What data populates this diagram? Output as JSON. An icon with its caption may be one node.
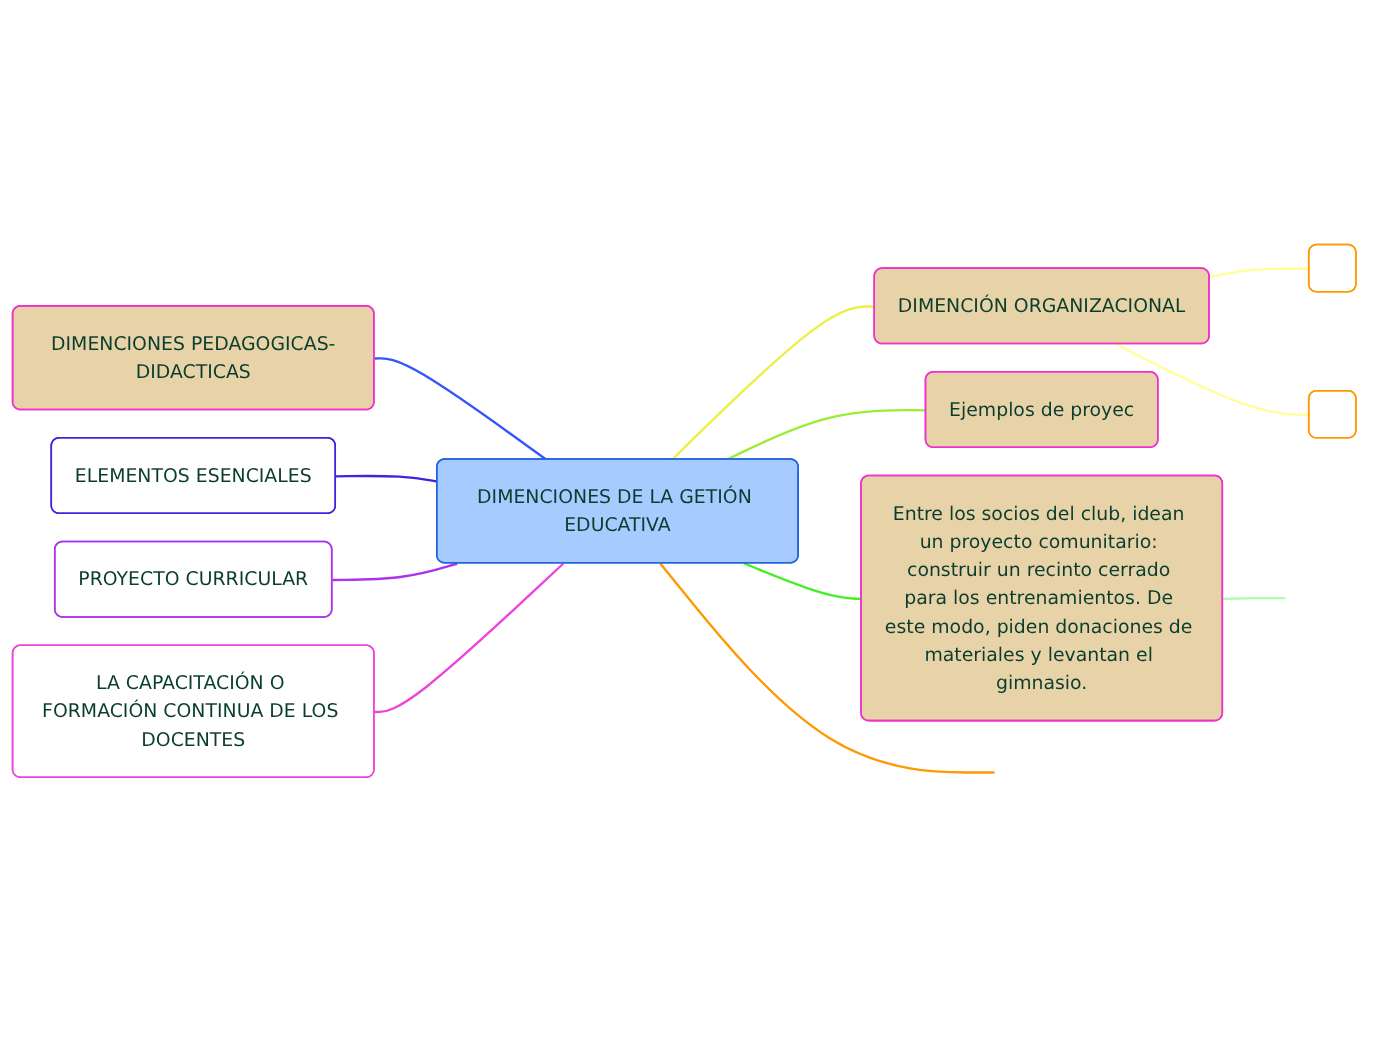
{
  "diagram": {
    "nodes": [
      {
        "text": [
          "DIMENCIONES DE LA GETIÓN EDUCATIVA"
        ]
      },
      {
        "text": [
          "DIMENCIONES PEDAGOGICAS-DIDACTICAS"
        ]
      },
      {
        "text": [
          "ELEMENTOS ESENCIALES"
        ]
      },
      {
        "text": [
          "PROYECTO CURRICULAR"
        ]
      },
      {
        "text": [
          "LA CAPACITACIÓN O FORMACIÓN CONTINUA DE LOS DOCENTES"
        ]
      },
      {
        "text": [
          "DIMENCIÓN ORGANIZACIONAL"
        ]
      },
      {
        "text": [],
        "shape": "box"
      },
      {
        "text": [],
        "shape": "box"
      },
      {
        "text": [
          "Ejemplos de proyec"
        ]
      },
      {
        "text": [
          "Entre los socios del club, idean un proyecto comunitario: construir un recinto cerrado para los entrenamientos. De este modo, piden donaciones de materiales y levantan el gimnasio."
        ]
      }
    ],
    "edges": [
      {
        "from": 0,
        "to": null,
        "arrow": "none",
        "color": "#ff9900"
      },
      {
        "from": 1,
        "to": 0,
        "arrow": "none",
        "color": "#3355ff"
      },
      {
        "from": 2,
        "to": 0,
        "arrow": "none",
        "color": "#4422dd"
      },
      {
        "from": 3,
        "to": 0,
        "arrow": "none",
        "color": "#aa33ee"
      },
      {
        "from": 4,
        "to": 0,
        "arrow": "none",
        "color": "#ee44dd"
      },
      {
        "from": 0,
        "to": 5,
        "arrow": "none",
        "color": "#eeee44"
      },
      {
        "from": 5,
        "to": 6,
        "arrow": "none",
        "color": "#ffff99"
      },
      {
        "from": 5,
        "to": 7,
        "arrow": "none",
        "color": "#ffff99"
      },
      {
        "from": 0,
        "to": 8,
        "arrow": "none",
        "color": "#99ee33"
      },
      {
        "from": 0,
        "to": 9,
        "arrow": "none",
        "color": "#44ee22"
      },
      {
        "from": 9,
        "to": null,
        "arrow": "none",
        "color": "#aaffaa"
      }
    ]
  }
}
